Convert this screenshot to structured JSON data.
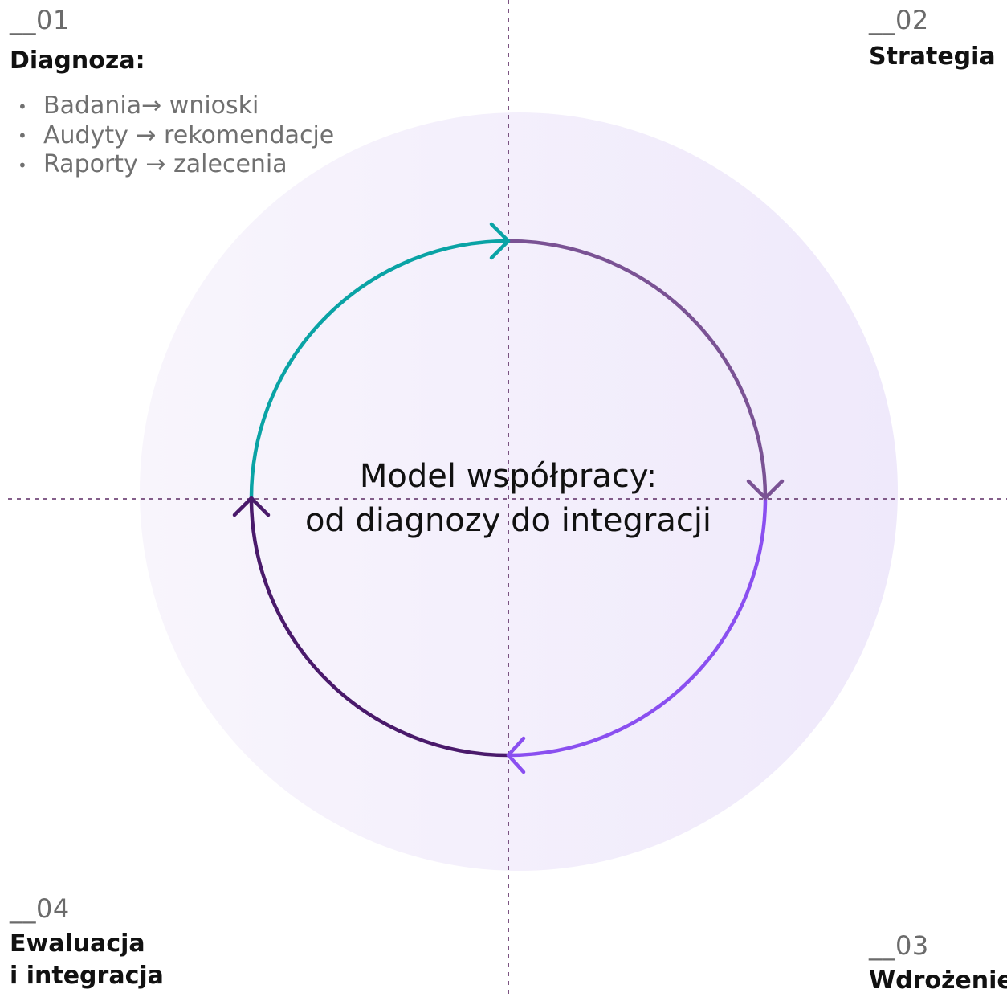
{
  "center": {
    "line1": "Model współpracy:",
    "line2": "od diagnozy do integracji"
  },
  "steps": [
    {
      "number": "__01",
      "title": "Diagnoza:",
      "bullets": [
        "Badania→ wnioski",
        "Audyty → rekomendacje",
        "Raporty → zalecenia"
      ]
    },
    {
      "number": "__02",
      "title": "Strategia"
    },
    {
      "number": "__03",
      "title": "Wdrożenie"
    },
    {
      "number": "__04",
      "title_line1": "Ewaluacja",
      "title_line2": "i integracja"
    }
  ],
  "colors": {
    "background_circle": "#f3eefb",
    "dashed_axis": "#5b2a63",
    "arc_diagnoza": "#0aa3a5",
    "arc_strategia": "#7a5294",
    "arc_wdrozenie": "#8a4ff0",
    "arc_ewaluacja": "#4a1a6b",
    "label_gray": "#6b6b6b",
    "text_dark": "#111111"
  },
  "icons": {
    "cycle_arrow": "chevron-arrow-icon",
    "bullet": "bullet-dot-icon"
  }
}
